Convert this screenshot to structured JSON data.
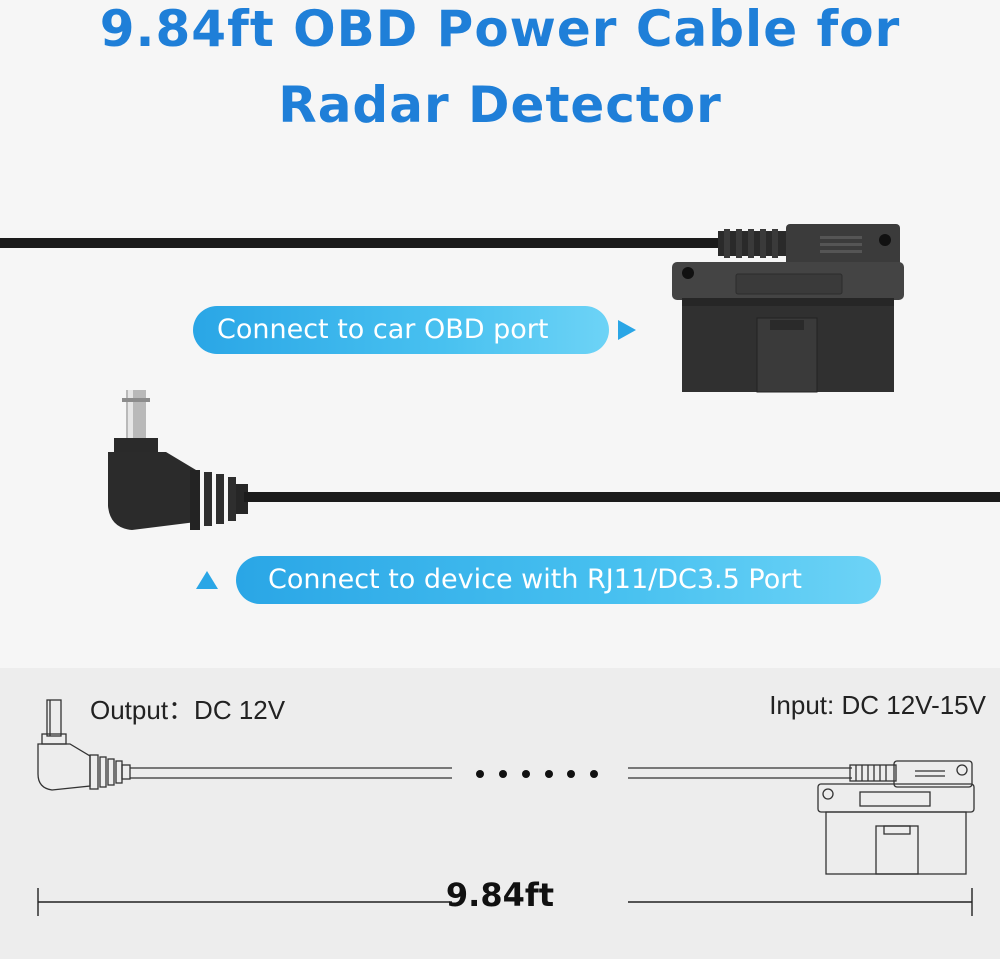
{
  "title": {
    "line1": "9.84ft OBD Power Cable for",
    "line2": "Radar Detector"
  },
  "labels": {
    "obd_port": "Connect to car OBD port",
    "device_port": "Connect to device with RJ11/DC3.5 Port"
  },
  "specs": {
    "output": "Output：DC 12V",
    "input": "Input: DC 12V-15V",
    "length": "9.84ft"
  },
  "colors": {
    "title_blue": "#1f7fd8",
    "pill_gradient_start": "#2aa6e6",
    "pill_gradient_end": "#6dd3f6",
    "cable_black": "#1b1b1b"
  }
}
